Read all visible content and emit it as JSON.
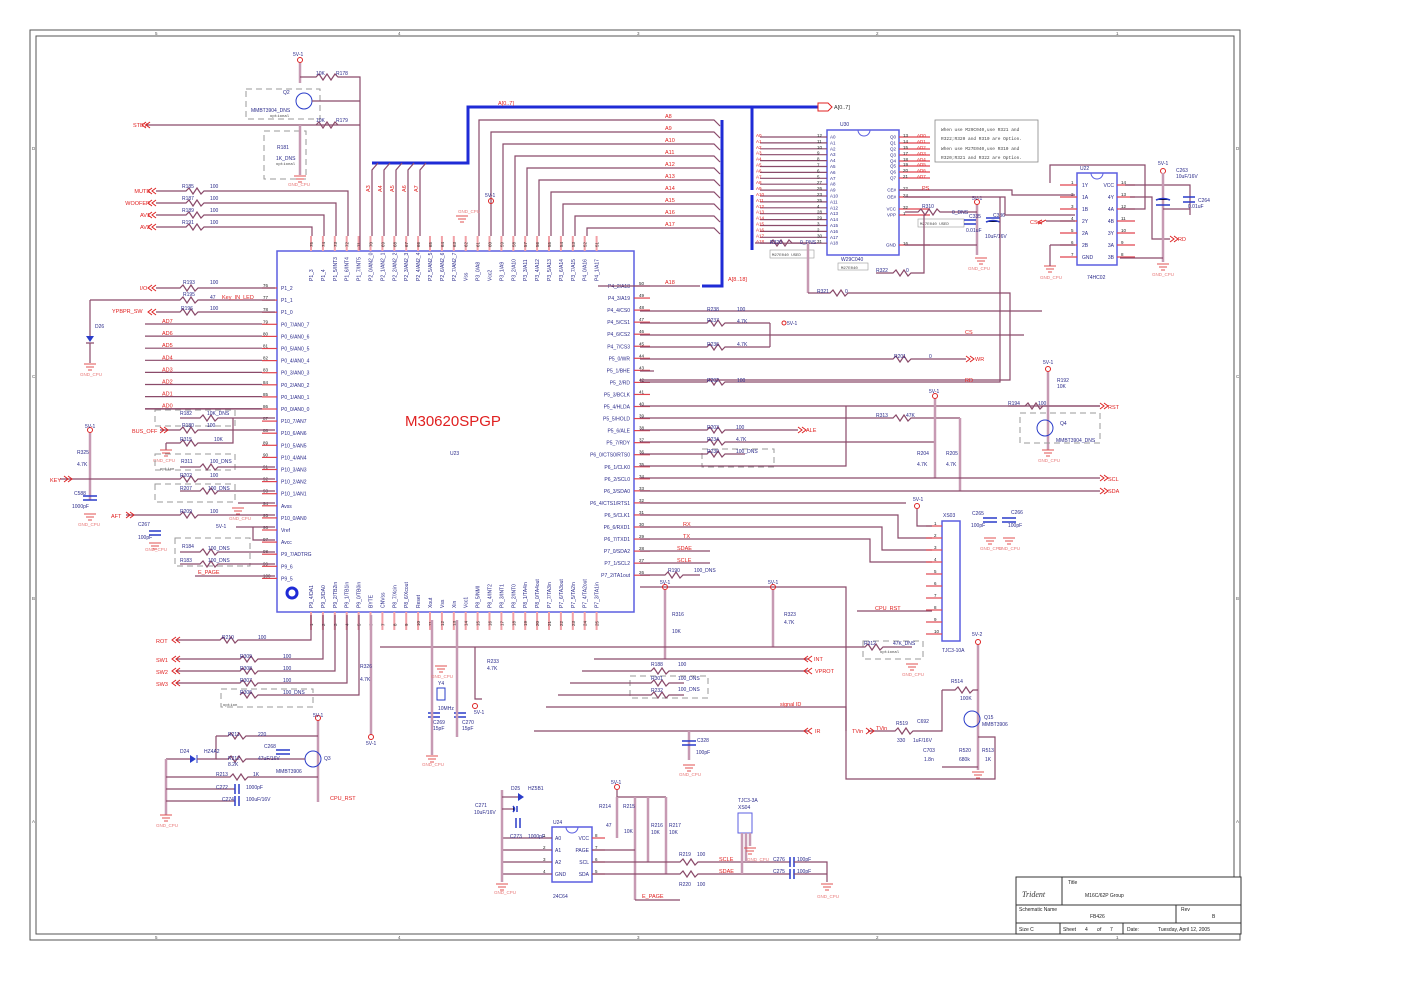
{
  "title_block": {
    "logo": "Trident",
    "title_label": "Title",
    "title": "M16C/62P Group",
    "schematic_name_label": "Schematic Name",
    "schematic_name": "FB426",
    "rev_label": "Rev",
    "rev": "B",
    "size_label": "Size C",
    "sheet_label": "Sheet",
    "sheet": "4",
    "of_label": "of",
    "sheet_total": "7",
    "date_label": "Date:",
    "date": "Tuesday, April 12, 2005"
  },
  "border": {
    "columns": [
      "5",
      "4",
      "3",
      "2",
      "1"
    ],
    "rows": [
      "D",
      "C",
      "B",
      "A"
    ]
  },
  "note": {
    "line1": "When use M29C040,use R321 and",
    "line2": "R322;R320 and R310 are Option.",
    "line3": "When use M27E040,use R310 and",
    "line4": "R320;R321 and R322 are Option."
  },
  "mcu": {
    "name": "M30620SPGP",
    "ref": "U23",
    "left_pins": [
      {
        "num": "76",
        "name": "P1_2"
      },
      {
        "num": "77",
        "name": "P1_1"
      },
      {
        "num": "78",
        "name": "P1_0"
      },
      {
        "num": "79",
        "name": "P0_7/AN0_7"
      },
      {
        "num": "80",
        "name": "P0_6/AN0_6"
      },
      {
        "num": "81",
        "name": "P0_5/AN0_5"
      },
      {
        "num": "82",
        "name": "P0_4/AN0_4"
      },
      {
        "num": "83",
        "name": "P0_3/AN0_3"
      },
      {
        "num": "84",
        "name": "P0_2/AN0_2"
      },
      {
        "num": "85",
        "name": "P0_1/AN0_1"
      },
      {
        "num": "86",
        "name": "P0_0/AN0_0"
      },
      {
        "num": "87",
        "name": "P10_7/AN7"
      },
      {
        "num": "88",
        "name": "P10_6/AN6"
      },
      {
        "num": "89",
        "name": "P10_5/AN5"
      },
      {
        "num": "90",
        "name": "P10_4/AN4"
      },
      {
        "num": "91",
        "name": "P10_3/AN3"
      },
      {
        "num": "92",
        "name": "P10_2/AN2"
      },
      {
        "num": "93",
        "name": "P10_1/AN1"
      },
      {
        "num": "94",
        "name": "Avss"
      },
      {
        "num": "95",
        "name": "P10_0/AN0"
      },
      {
        "num": "96",
        "name": "Vref"
      },
      {
        "num": "97",
        "name": "Avcc"
      },
      {
        "num": "98",
        "name": "P9_7/ADTRG"
      },
      {
        "num": "99",
        "name": "P9_6"
      },
      {
        "num": "100",
        "name": "P9_5"
      }
    ],
    "right_pins": [
      {
        "num": "50",
        "name": "P4_2/A18"
      },
      {
        "num": "49",
        "name": "P4_3/A19"
      },
      {
        "num": "48",
        "name": "P4_4/CS0"
      },
      {
        "num": "47",
        "name": "P4_5/CS1"
      },
      {
        "num": "46",
        "name": "P4_6/CS2"
      },
      {
        "num": "45",
        "name": "P4_7/CS3"
      },
      {
        "num": "44",
        "name": "P5_0/WR"
      },
      {
        "num": "43",
        "name": "P5_1/BHE"
      },
      {
        "num": "42",
        "name": "P5_2/RD"
      },
      {
        "num": "41",
        "name": "P5_3/BCLK"
      },
      {
        "num": "40",
        "name": "P5_4/HLDA"
      },
      {
        "num": "39",
        "name": "P5_5/HOLD"
      },
      {
        "num": "38",
        "name": "P5_6/ALE"
      },
      {
        "num": "37",
        "name": "P5_7/RDY"
      },
      {
        "num": "36",
        "name": "P6_0/CTS0/RTS0"
      },
      {
        "num": "35",
        "name": "P6_1/CLK0"
      },
      {
        "num": "34",
        "name": "P6_2/SCL0"
      },
      {
        "num": "33",
        "name": "P6_3/SDA0"
      },
      {
        "num": "32",
        "name": "P6_4/CTS1/RTS1"
      },
      {
        "num": "31",
        "name": "P6_5/CLK1"
      },
      {
        "num": "30",
        "name": "P6_6/RXD1"
      },
      {
        "num": "29",
        "name": "P6_7/TXD1"
      },
      {
        "num": "28",
        "name": "P7_0/SDA2"
      },
      {
        "num": "27",
        "name": "P7_1/SCL2"
      },
      {
        "num": "26",
        "name": "P7_2/TA1out"
      }
    ],
    "top_pins": [
      {
        "num": "75",
        "name": "P1_3"
      },
      {
        "num": "74",
        "name": "P1_4"
      },
      {
        "num": "73",
        "name": "P1_5/INT3"
      },
      {
        "num": "72",
        "name": "P1_6/INT4"
      },
      {
        "num": "71",
        "name": "P1_7/INT5"
      },
      {
        "num": "70",
        "name": "P2_0/AN2_0"
      },
      {
        "num": "69",
        "name": "P2_1/AN2_1"
      },
      {
        "num": "68",
        "name": "P2_2/AN2_2"
      },
      {
        "num": "67",
        "name": "P2_3/AN2_3"
      },
      {
        "num": "66",
        "name": "P2_4/AN2_4"
      },
      {
        "num": "65",
        "name": "P2_5/AN2_5"
      },
      {
        "num": "64",
        "name": "P2_6/AN2_6"
      },
      {
        "num": "63",
        "name": "P2_7/AN2_7"
      },
      {
        "num": "62",
        "name": "Vss"
      },
      {
        "num": "61",
        "name": "P3_0/A8"
      },
      {
        "num": "60",
        "name": "Vcc2"
      },
      {
        "num": "59",
        "name": "P3_1/A9"
      },
      {
        "num": "58",
        "name": "P3_2/A10"
      },
      {
        "num": "57",
        "name": "P3_3/A11"
      },
      {
        "num": "56",
        "name": "P3_4/A12"
      },
      {
        "num": "55",
        "name": "P3_5/A13"
      },
      {
        "num": "54",
        "name": "P3_6/A14"
      },
      {
        "num": "53",
        "name": "P3_7/A15"
      },
      {
        "num": "52",
        "name": "P4_0/A16"
      },
      {
        "num": "51",
        "name": "P4_1/A17"
      }
    ],
    "bottom_pins": [
      {
        "num": "1",
        "name": "P9_4/DA1"
      },
      {
        "num": "2",
        "name": "P9_3/DA0"
      },
      {
        "num": "3",
        "name": "P9_2/TB2in"
      },
      {
        "num": "4",
        "name": "P9_1/TB1in"
      },
      {
        "num": "5",
        "name": "P9_0/TB0in"
      },
      {
        "num": "6",
        "name": "BYTE"
      },
      {
        "num": "7",
        "name": "CNVss"
      },
      {
        "num": "8",
        "name": "P8_7/Xcin"
      },
      {
        "num": "9",
        "name": "P8_6/Xcout"
      },
      {
        "num": "10",
        "name": "Reset"
      },
      {
        "num": "11",
        "name": "Xout"
      },
      {
        "num": "12",
        "name": "Vss"
      },
      {
        "num": "13",
        "name": "Xin"
      },
      {
        "num": "14",
        "name": "Vcc1"
      },
      {
        "num": "15",
        "name": "P8_5/NMI"
      },
      {
        "num": "16",
        "name": "P8_4/INT2"
      },
      {
        "num": "17",
        "name": "P8_3/INT1"
      },
      {
        "num": "18",
        "name": "P8_2/INT0"
      },
      {
        "num": "19",
        "name": "P8_1/TA4in"
      },
      {
        "num": "20",
        "name": "P8_0/TA4out"
      },
      {
        "num": "21",
        "name": "P7_7/TA3in"
      },
      {
        "num": "22",
        "name": "P7_6/TA3out"
      },
      {
        "num": "23",
        "name": "P7_5/TA2in"
      },
      {
        "num": "24",
        "name": "P7_4/TA2out"
      },
      {
        "num": "25",
        "name": "P7_3/TA1in"
      }
    ]
  },
  "flash": {
    "ref": "U30",
    "part": "W29C040",
    "part_alt": "M27E040",
    "left_pins": [
      {
        "net": "A0",
        "num": "12",
        "name": "A0"
      },
      {
        "net": "A1",
        "num": "11",
        "name": "A1"
      },
      {
        "net": "A2",
        "num": "10",
        "name": "A2"
      },
      {
        "net": "A3",
        "num": "9",
        "name": "A3"
      },
      {
        "net": "A4",
        "num": "8",
        "name": "A4"
      },
      {
        "net": "A5",
        "num": "7",
        "name": "A5"
      },
      {
        "net": "A6",
        "num": "6",
        "name": "A6"
      },
      {
        "net": "A7",
        "num": "5",
        "name": "A7"
      },
      {
        "net": "A8",
        "num": "27",
        "name": "A8"
      },
      {
        "net": "A9",
        "num": "26",
        "name": "A9"
      },
      {
        "net": "A10",
        "num": "23",
        "name": "A10"
      },
      {
        "net": "A11",
        "num": "25",
        "name": "A11"
      },
      {
        "net": "A12",
        "num": "4",
        "name": "A12"
      },
      {
        "net": "A13",
        "num": "28",
        "name": "A13"
      },
      {
        "net": "A14",
        "num": "29",
        "name": "A14"
      },
      {
        "net": "A15",
        "num": "3",
        "name": "A15"
      },
      {
        "net": "A16",
        "num": "2",
        "name": "A16"
      },
      {
        "net": "A17",
        "num": "30",
        "name": "A17"
      },
      {
        "net": "A18",
        "num": "31",
        "name": "A18"
      }
    ],
    "right_pins": [
      {
        "num": "13",
        "name": "Q0",
        "net": "AD0"
      },
      {
        "num": "14",
        "name": "Q1",
        "net": "AD1"
      },
      {
        "num": "15",
        "name": "Q2",
        "net": "AD2"
      },
      {
        "num": "17",
        "name": "Q3",
        "net": "AD3"
      },
      {
        "num": "18",
        "name": "Q4",
        "net": "AD4"
      },
      {
        "num": "19",
        "name": "Q5",
        "net": "AD5"
      },
      {
        "num": "20",
        "name": "Q6",
        "net": "AD6"
      },
      {
        "num": "21",
        "name": "Q7",
        "net": "AD7"
      },
      {
        "num": "22",
        "name": "CE#",
        "net": "PS"
      },
      {
        "num": "24",
        "name": "OE#",
        "net": ""
      },
      {
        "num": "32",
        "name": "VCC",
        "net": ""
      },
      {
        "num": "1",
        "name": "VPP",
        "net": ""
      },
      {
        "num": "16",
        "name": "GND",
        "net": ""
      }
    ]
  },
  "gate": {
    "ref": "U22",
    "part": "74HC02",
    "left_pins": [
      {
        "num": "1",
        "name": "1Y"
      },
      {
        "num": "2",
        "name": "1A"
      },
      {
        "num": "3",
        "name": "1B"
      },
      {
        "num": "4",
        "name": "2Y"
      },
      {
        "num": "5",
        "name": "2A"
      },
      {
        "num": "6",
        "name": "2B"
      },
      {
        "num": "7",
        "name": "GND"
      }
    ],
    "right_pins": [
      {
        "num": "14",
        "name": "VCC"
      },
      {
        "num": "13",
        "name": "4Y"
      },
      {
        "num": "12",
        "name": "4A"
      },
      {
        "num": "11",
        "name": "4B"
      },
      {
        "num": "10",
        "name": "3Y"
      },
      {
        "num": "9",
        "name": "3A"
      },
      {
        "num": "8",
        "name": "3B"
      }
    ]
  },
  "eeprom": {
    "ref": "U24",
    "part": "24C64",
    "left_pins": [
      {
        "num": "1",
        "name": "A0"
      },
      {
        "num": "2",
        "name": "A1"
      },
      {
        "num": "3",
        "name": "A2"
      },
      {
        "num": "4",
        "name": "GND"
      }
    ],
    "right_pins": [
      {
        "num": "8",
        "name": "VCC"
      },
      {
        "num": "7",
        "name": "PAGE"
      },
      {
        "num": "6",
        "name": "SCL"
      },
      {
        "num": "5",
        "name": "SDA"
      }
    ]
  },
  "connector_xs03": {
    "ref": "XS03",
    "part": "TJC3-10A",
    "pins": [
      "1",
      "2",
      "3",
      "4",
      "5",
      "6",
      "7",
      "8",
      "9",
      "10"
    ]
  },
  "connector_xs04": {
    "ref": "XS04",
    "part": "TJC3-3A",
    "pins": [
      "1",
      "2",
      "3"
    ]
  },
  "nets": {
    "address_bus": "A[0..7]",
    "address_bus_short": "A[0..7]",
    "a8_a18": "A[8..18]",
    "ad": [
      "AD7",
      "AD6",
      "AD5",
      "AD4",
      "AD3",
      "AD2",
      "AD1",
      "AD0"
    ],
    "a_top": [
      "A3",
      "A4",
      "A5",
      "A6",
      "A7"
    ],
    "a_upper": [
      "A8",
      "A9",
      "A10",
      "A11",
      "A12",
      "A13",
      "A14",
      "A15",
      "A16",
      "A17"
    ],
    "a18": "A18",
    "ps": "PS",
    "cs": "CS",
    "rd": "RD",
    "wr": "WR",
    "ale": "ALE",
    "rst": "RST",
    "scl": "SCL",
    "sda": "SDA",
    "rx": "RX",
    "tx": "TX",
    "sdae": "SDAE",
    "scle": "SCLE",
    "cpu_rst": "CPU_RST",
    "e_page": "E_PAGE",
    "signal_id": "signal ID",
    "int": "INT",
    "vprot": "VPROT",
    "ir": "IR",
    "tvin": "TVin",
    "key_in_led": "Key_IN_LED"
  },
  "ports_left": [
    {
      "label": "STBY"
    },
    {
      "label": "MUTE"
    },
    {
      "label": "WOOFER"
    },
    {
      "label": "AV1"
    },
    {
      "label": "AV2"
    },
    {
      "label": "I/O"
    },
    {
      "label": "YPBPR_SW"
    },
    {
      "label": "BUS_OFF"
    },
    {
      "label": "KEY"
    },
    {
      "label": "AFT"
    },
    {
      "label": "ROT"
    },
    {
      "label": "SW1"
    },
    {
      "label": "SW2"
    },
    {
      "label": "SW3"
    }
  ],
  "power": {
    "v5_1": "5V-1",
    "v5_2": "5V-2",
    "gnd": "GND_CPU"
  },
  "components": {
    "q2": {
      "ref": "Q2",
      "part": "MMBT3904_DNS",
      "note": "optional"
    },
    "q3": {
      "ref": "Q3",
      "part": "MMBT3906"
    },
    "q4": {
      "ref": "Q4",
      "part": "MMBT3904_DNS"
    },
    "q15": {
      "ref": "Q15",
      "part": "MMBT3906"
    },
    "d24": {
      "ref": "D24",
      "part": "HZ4A2"
    },
    "d25": {
      "ref": "D25",
      "part": "HZ5B1"
    },
    "d26": {
      "ref": "D26"
    },
    "y4": {
      "ref": "Y4",
      "value": "10MHz"
    },
    "r178": {
      "ref": "R178",
      "value": "10K"
    },
    "r179": {
      "ref": "R179",
      "value": "10K"
    },
    "r181": {
      "ref": "R181",
      "value": "1K_DNS",
      "note": "optional"
    },
    "r185": {
      "ref": "R185",
      "value": "100"
    },
    "r187": {
      "ref": "R187",
      "value": "100"
    },
    "r189": {
      "ref": "R189",
      "value": "100"
    },
    "r191": {
      "ref": "R191",
      "value": "100"
    },
    "r193": {
      "ref": "R193",
      "value": "100"
    },
    "r195": {
      "ref": "R195",
      "value": "47"
    },
    "r196": {
      "ref": "R196",
      "value": "100"
    },
    "r182": {
      "ref": "R182",
      "value": "10K_DNS"
    },
    "r180": {
      "ref": "R180",
      "value": "100"
    },
    "r315": {
      "ref": "R315",
      "value": "10K"
    },
    "r311": {
      "ref": "R311",
      "value": "100_DNS",
      "note": "option"
    },
    "r202b": {
      "ref": "R202",
      "value": "100"
    },
    "r207": {
      "ref": "R207",
      "value": "100_DNS"
    },
    "r209": {
      "ref": "R209",
      "value": "100"
    },
    "r184": {
      "ref": "R184",
      "value": "100_DNS"
    },
    "r183": {
      "ref": "R183",
      "value": "100_DNS"
    },
    "r325": {
      "ref": "R325",
      "value": "4.7K"
    },
    "c588": {
      "ref": "C588",
      "value": "1000pF"
    },
    "c267": {
      "ref": "C267",
      "value": "100pF"
    },
    "r238": {
      "ref": "R238",
      "value": "100"
    },
    "r237": {
      "ref": "R237",
      "value": "4.7K"
    },
    "r236": {
      "ref": "R236",
      "value": "4.7K"
    },
    "r201": {
      "ref": "R201",
      "value": "0"
    },
    "r202": {
      "ref": "R202",
      "value": "100"
    },
    "r313": {
      "ref": "R313",
      "value": "47K"
    },
    "r203": {
      "ref": "R203",
      "value": "100"
    },
    "r234": {
      "ref": "R234",
      "value": "4.7K"
    },
    "r230": {
      "ref": "R230",
      "value": "100_DNS"
    },
    "r204": {
      "ref": "R204",
      "value": "4.7K"
    },
    "r205": {
      "ref": "R205",
      "value": "4.7K"
    },
    "r192": {
      "ref": "R192",
      "value": "10K"
    },
    "r194": {
      "ref": "R194",
      "value": "100"
    },
    "c265": {
      "ref": "C265",
      "value": "100pF"
    },
    "c266": {
      "ref": "C266",
      "value": "100pF"
    },
    "r312": {
      "ref": "R312",
      "value": "47K_DNS",
      "note": "optional"
    },
    "r190": {
      "ref": "R190",
      "value": "100_DNS"
    },
    "r316": {
      "ref": "R316",
      "value": "10K"
    },
    "r323": {
      "ref": "R323",
      "value": "4.7K"
    },
    "r188": {
      "ref": "R188",
      "value": "100"
    },
    "r301": {
      "ref": "R301",
      "value": "100_DNS"
    },
    "r232": {
      "ref": "R232",
      "value": "100_DNS"
    },
    "r233": {
      "ref": "R233",
      "value": "4.7K"
    },
    "c328": {
      "ref": "C328",
      "value": "100pF"
    },
    "c269": {
      "ref": "C269",
      "value": "15pF"
    },
    "c270": {
      "ref": "C270",
      "value": "15pF"
    },
    "r210": {
      "ref": "R210",
      "value": "100"
    },
    "r309": {
      "ref": "R309",
      "value": "100"
    },
    "r308": {
      "ref": "R308",
      "value": "100"
    },
    "r307": {
      "ref": "R307",
      "value": "100"
    },
    "r306": {
      "ref": "R306",
      "value": "100_DNS",
      "note": "option"
    },
    "r326": {
      "ref": "R326",
      "value": "4.7K"
    },
    "r211": {
      "ref": "R211",
      "value": "220"
    },
    "r212": {
      "ref": "R212",
      "value": "8.2K"
    },
    "c268": {
      "ref": "C268",
      "value": "47uF/16V"
    },
    "r213": {
      "ref": "R213",
      "value": "1K"
    },
    "c272": {
      "ref": "C272",
      "value": "1000pF"
    },
    "c274": {
      "ref": "C274",
      "value": "100uF/16V"
    },
    "c271": {
      "ref": "C271",
      "value": "10uF/16V"
    },
    "c273": {
      "ref": "C273",
      "value": "1000pF"
    },
    "r214": {
      "ref": "R214",
      "value": "47"
    },
    "r215": {
      "ref": "R215",
      "value": "10K"
    },
    "r216": {
      "ref": "R216",
      "value": "10K"
    },
    "r217": {
      "ref": "R217",
      "value": "10K"
    },
    "r219": {
      "ref": "R219",
      "value": "100"
    },
    "r220": {
      "ref": "R220",
      "value": "100"
    },
    "c276": {
      "ref": "C276",
      "value": "100pF"
    },
    "c275": {
      "ref": "C275",
      "value": "100pF"
    },
    "r514": {
      "ref": "R514",
      "value": "100K"
    },
    "r519": {
      "ref": "R519",
      "value": "330"
    },
    "c692": {
      "ref": "C692",
      "value": "1uF/16V"
    },
    "c703": {
      "ref": "C703",
      "value": "1.8n"
    },
    "r520": {
      "ref": "R520",
      "value": "680k"
    },
    "r513": {
      "ref": "R513",
      "value": "1K"
    },
    "r310": {
      "ref": "R310",
      "value": "0_DNS"
    },
    "r320": {
      "ref": "R320",
      "value": "0_DNS"
    },
    "r321": {
      "ref": "R321",
      "value": "0"
    },
    "r322": {
      "ref": "R322",
      "value": "0"
    },
    "c335": {
      "ref": "C335",
      "value": "0.01uF"
    },
    "c336": {
      "ref": "C336",
      "value": "10uF/16V"
    },
    "c263": {
      "ref": "C263",
      "value": "10uF/16V"
    },
    "c264": {
      "ref": "C264",
      "value": "0.01uF"
    },
    "dns_note": "M27E040 USED",
    "dns_note2": "M27E040"
  }
}
